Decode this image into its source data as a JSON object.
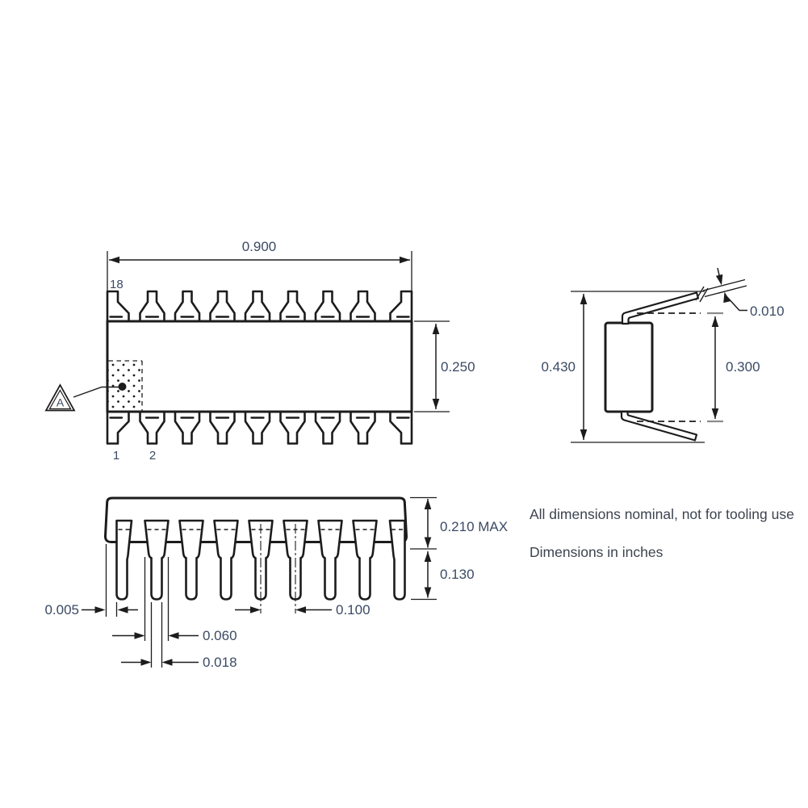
{
  "drawing": {
    "top_view": {
      "overall_length": "0.900",
      "body_width": "0.250",
      "pin_18_label": "18",
      "pin_1_label": "1",
      "pin_2_label": "2",
      "datum_label": "A"
    },
    "end_view": {
      "overall_lead_span": "0.430",
      "lead_seating_span": "0.300",
      "lead_thickness": "0.010"
    },
    "front_view": {
      "body_height_max": "0.210 MAX",
      "lead_length": "0.130",
      "body_edge_to_lead": "0.005",
      "lead_shoulder_width": "0.060",
      "lead_tip_width": "0.018",
      "lead_pitch": "0.100"
    },
    "notes": {
      "line1": "All dimensions nominal, not for tooling use",
      "line2": "Dimensions in inches"
    },
    "colors": {
      "line": "#1c1c1c",
      "dim_text": "#3b4a63",
      "note_text": "#3d444f",
      "tick_gray": "#8c8c8c"
    }
  }
}
